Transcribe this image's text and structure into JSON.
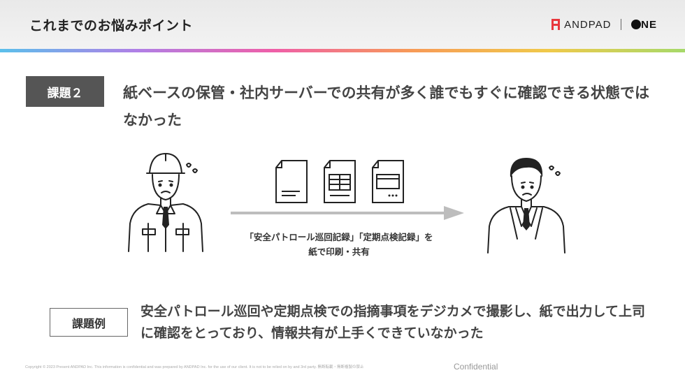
{
  "header": {
    "title": "これまでのお悩みポイント"
  },
  "brand": {
    "name": "ANDPAD",
    "product": "ONE"
  },
  "issue": {
    "label": "課題２",
    "text": "紙ベースの保管・社内サーバーでの共有が多く誰でもすぐに確認できる状態ではなかった"
  },
  "diagram": {
    "caption_line1": "「安全パトロール巡回記録」「定期点検記録」を",
    "caption_line2": "紙で印刷・共有"
  },
  "example": {
    "label": "課題例",
    "text": "安全パトロール巡回や定期点検での指摘事項をデジカメで撮影し、紙で出力して上司に確認をとっており、情報共有が上手くできていなかった"
  },
  "footer": {
    "copyright": "Copyright © 2023 Present ANDPAD Inc. This information is confidential and was prepared by ANDPAD Inc. for the use of our client. It is not to be relied on by and 3rd party.  無断転載・無断複製の禁止",
    "confidential": "Confidential"
  },
  "colors": {
    "header_bg": "#ededed",
    "label_bg": "#555555",
    "brand_red": "#e8383d",
    "arrow": "#bdbdbd"
  }
}
